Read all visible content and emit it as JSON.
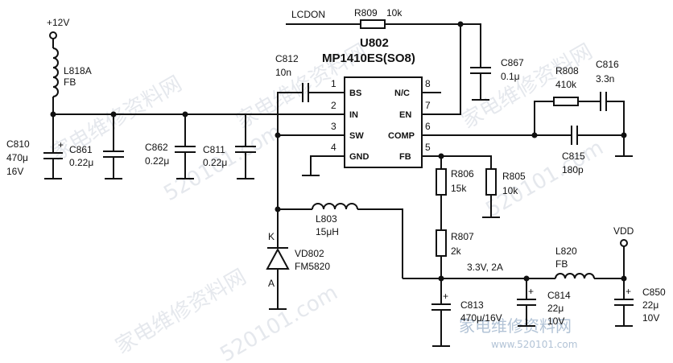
{
  "nets": {
    "v12": "+12V",
    "lcdon": "LCDON",
    "vout": "3.3V, 2A",
    "vdd": "VDD"
  },
  "ic": {
    "ref": "U802",
    "part": "MP1410ES(SO8)",
    "pins": [
      {
        "num": "1",
        "name": "BS"
      },
      {
        "num": "2",
        "name": "IN"
      },
      {
        "num": "3",
        "name": "SW"
      },
      {
        "num": "4",
        "name": "GND"
      },
      {
        "num": "8",
        "name": "N/C"
      },
      {
        "num": "7",
        "name": "EN"
      },
      {
        "num": "6",
        "name": "COMP"
      },
      {
        "num": "5",
        "name": "FB"
      }
    ]
  },
  "components": {
    "l818a": {
      "ref": "L818A",
      "value": "FB"
    },
    "c810": {
      "ref": "C810",
      "value": "470μ",
      "rating": "16V"
    },
    "c861": {
      "ref": "C861",
      "value": "0.22μ"
    },
    "c862": {
      "ref": "C862",
      "value": "0.22μ"
    },
    "c811": {
      "ref": "C811",
      "value": "0.22μ"
    },
    "c812": {
      "ref": "C812",
      "value": "10n"
    },
    "r809": {
      "ref": "R809",
      "value": "10k"
    },
    "c867": {
      "ref": "C867",
      "value": "0.1μ"
    },
    "r808": {
      "ref": "R808",
      "value": "410k"
    },
    "c816": {
      "ref": "C816",
      "value": "3.3n"
    },
    "c815": {
      "ref": "C815",
      "value": "180p"
    },
    "r806": {
      "ref": "R806",
      "value": "15k"
    },
    "r805": {
      "ref": "R805",
      "value": "10k"
    },
    "r807": {
      "ref": "R807",
      "value": "2k"
    },
    "l803": {
      "ref": "L803",
      "value": "15μH"
    },
    "vd802": {
      "ref": "VD802",
      "value": "FM5820",
      "anode": "A",
      "cathode": "K"
    },
    "c813": {
      "ref": "C813",
      "value": "470μ/16V"
    },
    "c814": {
      "ref": "C814",
      "value": "22μ",
      "rating": "10V"
    },
    "l820": {
      "ref": "L820",
      "value": "FB"
    },
    "c850": {
      "ref": "C850",
      "value": "22μ",
      "rating": "10V"
    }
  },
  "polarity": "+",
  "watermark": {
    "text": "家电维修资料网",
    "url": "520101.com",
    "corner_text": "家电维修资料网",
    "corner_url": "www.520101.com"
  },
  "colors": {
    "line": "#111111",
    "watermark": "#cfd6df",
    "watermark_corner": "#9fb4cc"
  }
}
